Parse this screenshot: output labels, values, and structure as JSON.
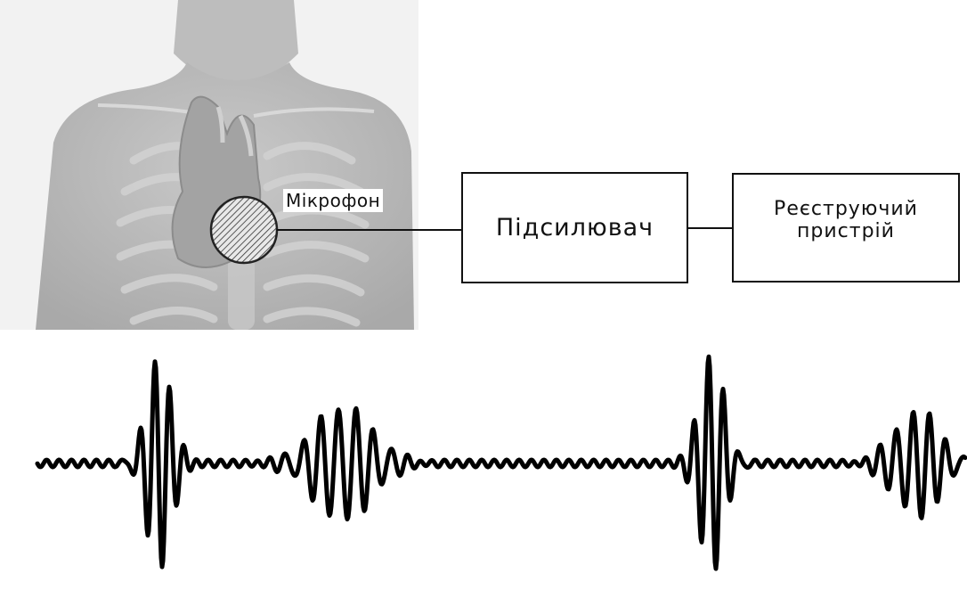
{
  "diagram": {
    "microphone_label": "Мікрофон",
    "amplifier_label": "Підсилювач",
    "recorder_label_line1": "Реєструючий",
    "recorder_label_line2": "пристрій",
    "icons": [
      "torso-illustration",
      "heart-illustration",
      "microphone-icon",
      "phonocardiogram-waveform"
    ],
    "colors": {
      "ink": "#111111",
      "torso": "#b9b9b9",
      "ribs": "#cfcfcf",
      "heart": "#9e9e9e"
    }
  }
}
